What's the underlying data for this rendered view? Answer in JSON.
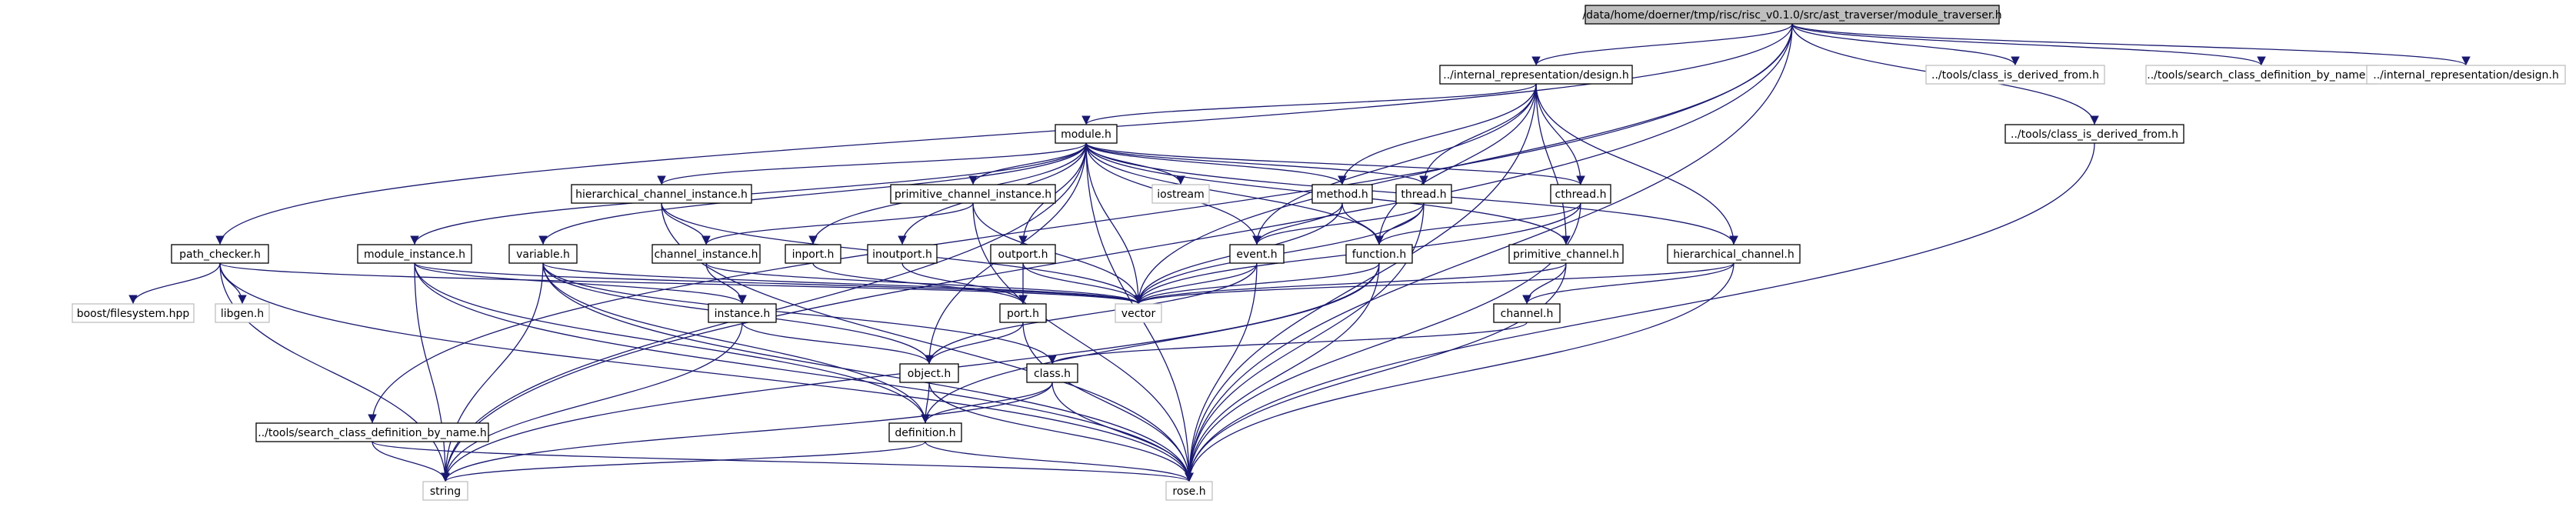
{
  "edge_color": "#191970",
  "root_fill": "#bfbfbf",
  "nodes": [
    {
      "id": "root",
      "label": "/data/home/doerner/tmp/risc/risc_v0.1.0/src/ast_traverser/module_traverser.h",
      "style": "root"
    },
    {
      "id": "design_h",
      "label": "../internal_representation/design.h",
      "style": "solid"
    },
    {
      "id": "tools_is_derived_grey",
      "label": "../tools/class_is_derived_from.h",
      "style": "grey"
    },
    {
      "id": "tools_search_grey",
      "label": "../tools/search_class_definition_by_name.h",
      "style": "grey"
    },
    {
      "id": "design_grey",
      "label": "../internal_representation/design.h",
      "style": "grey"
    },
    {
      "id": "module_h",
      "label": "module.h",
      "style": "solid"
    },
    {
      "id": "tools_is_derived",
      "label": "../tools/class_is_derived_from.h",
      "style": "solid"
    },
    {
      "id": "hier_chan_inst",
      "label": "hierarchical_channel_instance.h",
      "style": "solid"
    },
    {
      "id": "prim_chan_inst",
      "label": "primitive_channel_instance.h",
      "style": "solid"
    },
    {
      "id": "iostream",
      "label": "iostream",
      "style": "grey"
    },
    {
      "id": "method_h",
      "label": "method.h",
      "style": "solid"
    },
    {
      "id": "thread_h",
      "label": "thread.h",
      "style": "solid"
    },
    {
      "id": "cthread_h",
      "label": "cthread.h",
      "style": "solid"
    },
    {
      "id": "path_checker",
      "label": "path_checker.h",
      "style": "solid"
    },
    {
      "id": "module_instance",
      "label": "module_instance.h",
      "style": "solid"
    },
    {
      "id": "variable_h",
      "label": "variable.h",
      "style": "solid"
    },
    {
      "id": "channel_instance",
      "label": "channel_instance.h",
      "style": "solid"
    },
    {
      "id": "inport_h",
      "label": "inport.h",
      "style": "solid"
    },
    {
      "id": "inoutport_h",
      "label": "inoutport.h",
      "style": "solid"
    },
    {
      "id": "outport_h",
      "label": "outport.h",
      "style": "solid"
    },
    {
      "id": "event_h",
      "label": "event.h",
      "style": "solid"
    },
    {
      "id": "function_h",
      "label": "function.h",
      "style": "solid"
    },
    {
      "id": "primitive_channel",
      "label": "primitive_channel.h",
      "style": "solid"
    },
    {
      "id": "hierarchical_channel",
      "label": "hierarchical_channel.h",
      "style": "solid"
    },
    {
      "id": "boost_fs",
      "label": "boost/filesystem.hpp",
      "style": "grey"
    },
    {
      "id": "libgen",
      "label": "libgen.h",
      "style": "grey"
    },
    {
      "id": "instance_h",
      "label": "instance.h",
      "style": "solid"
    },
    {
      "id": "vector",
      "label": "vector",
      "style": "grey"
    },
    {
      "id": "port_h",
      "label": "port.h",
      "style": "solid"
    },
    {
      "id": "channel_h",
      "label": "channel.h",
      "style": "solid"
    },
    {
      "id": "object_h",
      "label": "object.h",
      "style": "solid"
    },
    {
      "id": "class_h",
      "label": "class.h",
      "style": "solid"
    },
    {
      "id": "tools_search",
      "label": "../tools/search_class_definition_by_name.h",
      "style": "solid"
    },
    {
      "id": "definition_h",
      "label": "definition.h",
      "style": "solid"
    },
    {
      "id": "string",
      "label": "string",
      "style": "grey"
    },
    {
      "id": "rose_h",
      "label": "rose.h",
      "style": "grey"
    }
  ],
  "edges": [
    [
      "root",
      "design_h"
    ],
    [
      "root",
      "tools_is_derived_grey"
    ],
    [
      "root",
      "tools_search_grey"
    ],
    [
      "root",
      "design_grey"
    ],
    [
      "root",
      "tools_is_derived"
    ],
    [
      "root",
      "path_checker"
    ],
    [
      "root",
      "tools_search"
    ],
    [
      "root",
      "string"
    ],
    [
      "root",
      "rose_h"
    ],
    [
      "root",
      "vector"
    ],
    [
      "design_h",
      "module_h"
    ],
    [
      "design_h",
      "method_h"
    ],
    [
      "design_h",
      "thread_h"
    ],
    [
      "design_h",
      "cthread_h"
    ],
    [
      "design_h",
      "event_h"
    ],
    [
      "design_h",
      "function_h"
    ],
    [
      "design_h",
      "primitive_channel"
    ],
    [
      "design_h",
      "hierarchical_channel"
    ],
    [
      "design_h",
      "rose_h"
    ],
    [
      "tools_is_derived",
      "rose_h"
    ],
    [
      "module_h",
      "hier_chan_inst"
    ],
    [
      "module_h",
      "prim_chan_inst"
    ],
    [
      "module_h",
      "iostream"
    ],
    [
      "module_h",
      "method_h"
    ],
    [
      "module_h",
      "thread_h"
    ],
    [
      "module_h",
      "cthread_h"
    ],
    [
      "module_h",
      "module_instance"
    ],
    [
      "module_h",
      "variable_h"
    ],
    [
      "module_h",
      "inport_h"
    ],
    [
      "module_h",
      "inoutport_h"
    ],
    [
      "module_h",
      "outport_h"
    ],
    [
      "module_h",
      "event_h"
    ],
    [
      "module_h",
      "function_h"
    ],
    [
      "module_h",
      "primitive_channel"
    ],
    [
      "module_h",
      "hierarchical_channel"
    ],
    [
      "module_h",
      "vector"
    ],
    [
      "module_h",
      "string"
    ],
    [
      "module_h",
      "rose_h"
    ],
    [
      "module_h",
      "object_h"
    ],
    [
      "hier_chan_inst",
      "channel_instance"
    ],
    [
      "hier_chan_inst",
      "vector"
    ],
    [
      "hier_chan_inst",
      "rose_h"
    ],
    [
      "prim_chan_inst",
      "channel_instance"
    ],
    [
      "prim_chan_inst",
      "vector"
    ],
    [
      "prim_chan_inst",
      "rose_h"
    ],
    [
      "method_h",
      "event_h"
    ],
    [
      "method_h",
      "function_h"
    ],
    [
      "method_h",
      "vector"
    ],
    [
      "thread_h",
      "event_h"
    ],
    [
      "thread_h",
      "function_h"
    ],
    [
      "thread_h",
      "vector"
    ],
    [
      "thread_h",
      "rose_h"
    ],
    [
      "cthread_h",
      "function_h"
    ],
    [
      "cthread_h",
      "vector"
    ],
    [
      "cthread_h",
      "rose_h"
    ],
    [
      "path_checker",
      "boost_fs"
    ],
    [
      "path_checker",
      "libgen"
    ],
    [
      "path_checker",
      "string"
    ],
    [
      "path_checker",
      "rose_h"
    ],
    [
      "path_checker",
      "vector"
    ],
    [
      "module_instance",
      "instance_h"
    ],
    [
      "module_instance",
      "vector"
    ],
    [
      "module_instance",
      "string"
    ],
    [
      "module_instance",
      "rose_h"
    ],
    [
      "module_instance",
      "definition_h"
    ],
    [
      "variable_h",
      "vector"
    ],
    [
      "variable_h",
      "string"
    ],
    [
      "variable_h",
      "rose_h"
    ],
    [
      "variable_h",
      "object_h"
    ],
    [
      "variable_h",
      "class_h"
    ],
    [
      "variable_h",
      "definition_h"
    ],
    [
      "channel_instance",
      "instance_h"
    ],
    [
      "channel_instance",
      "vector"
    ],
    [
      "inport_h",
      "port_h"
    ],
    [
      "inoutport_h",
      "port_h"
    ],
    [
      "outport_h",
      "port_h"
    ],
    [
      "outport_h",
      "vector"
    ],
    [
      "event_h",
      "vector"
    ],
    [
      "event_h",
      "rose_h"
    ],
    [
      "event_h",
      "object_h"
    ],
    [
      "function_h",
      "vector"
    ],
    [
      "function_h",
      "rose_h"
    ],
    [
      "function_h",
      "definition_h"
    ],
    [
      "function_h",
      "string"
    ],
    [
      "primitive_channel",
      "channel_h"
    ],
    [
      "primitive_channel",
      "vector"
    ],
    [
      "primitive_channel",
      "rose_h"
    ],
    [
      "hierarchical_channel",
      "channel_h"
    ],
    [
      "hierarchical_channel",
      "vector"
    ],
    [
      "hierarchical_channel",
      "rose_h"
    ],
    [
      "instance_h",
      "object_h"
    ],
    [
      "instance_h",
      "string"
    ],
    [
      "port_h",
      "object_h"
    ],
    [
      "port_h",
      "rose_h"
    ],
    [
      "channel_h",
      "class_h"
    ],
    [
      "object_h",
      "definition_h"
    ],
    [
      "object_h",
      "rose_h"
    ],
    [
      "class_h",
      "definition_h"
    ],
    [
      "class_h",
      "rose_h"
    ],
    [
      "class_h",
      "string"
    ],
    [
      "tools_search",
      "string"
    ],
    [
      "tools_search",
      "rose_h"
    ],
    [
      "definition_h",
      "string"
    ],
    [
      "definition_h",
      "rose_h"
    ]
  ]
}
